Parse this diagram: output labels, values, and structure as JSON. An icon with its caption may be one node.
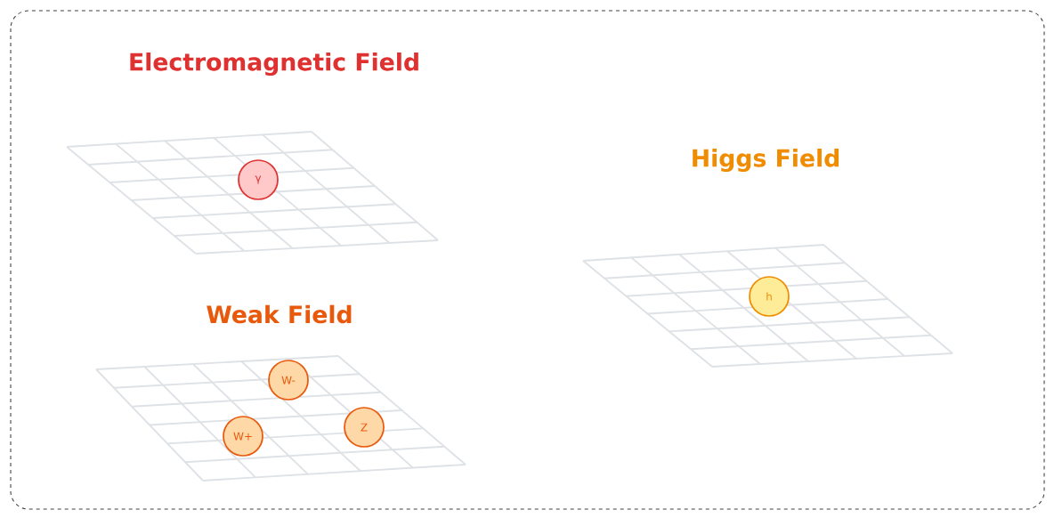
{
  "diagram": {
    "nodes": [
      {
        "text": [
          "Electromagnetic Field"
        ]
      },
      {
        "text": [
          "γ"
        ]
      },
      {
        "text": [
          "Weak Field"
        ]
      },
      {
        "text": [
          "W-"
        ]
      },
      {
        "text": [
          "W+"
        ]
      },
      {
        "text": [
          "Z"
        ]
      },
      {
        "text": [
          "Higgs Field"
        ]
      },
      {
        "text": [
          "h"
        ]
      }
    ]
  }
}
